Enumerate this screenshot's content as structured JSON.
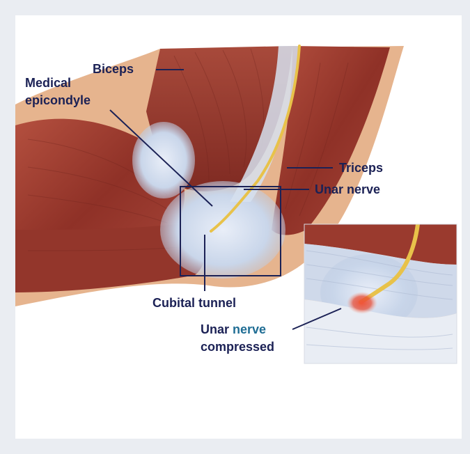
{
  "labels": {
    "biceps": "Biceps",
    "medical_line1": "Medical",
    "medical_line2": "epicondyle",
    "triceps": "Triceps",
    "unar_nerve": "Unar nerve",
    "cubital_tunnel": "Cubital tunnel",
    "compressed_word1": "Unar",
    "compressed_word2": "nerve",
    "compressed_line2": "compressed"
  },
  "colors": {
    "background": "#eaedf2",
    "card": "#ffffff",
    "label_text": "#1b2155",
    "accent_text": "#1f6d94",
    "muscle": "#9a3a2e",
    "skin": "#e6b48e",
    "nerve": "#e8c24a",
    "compression": "#e8452c"
  }
}
